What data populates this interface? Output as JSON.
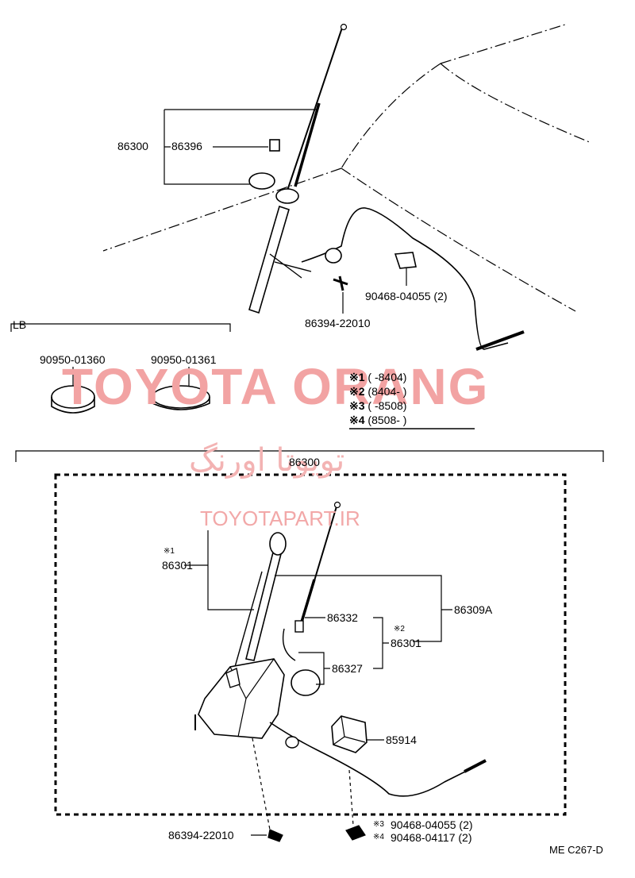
{
  "watermark": {
    "brand": "TOYOTA ORANG",
    "persian": "تویوتا اورنگ",
    "site": "TOYOTAPART.IR"
  },
  "section_lb": "LB",
  "callouts": {
    "p86300_top": "86300",
    "p86396": "86396",
    "p90468_04055_top": "90468-04055 (2)",
    "p86394_top": "86394-22010",
    "p90950_01360": "90950-01360",
    "p90950_01361": "90950-01361",
    "p86300_mid": "86300",
    "p86301_a": "86301",
    "p86309A": "86309A",
    "p86332": "86332",
    "p86301_b": "86301",
    "p86327": "86327",
    "p85914": "85914",
    "p86394_bottom": "86394-22010",
    "p90468_04055_bottom": "90468-04055 (2)",
    "p90468_04117": "90468-04117 (2)"
  },
  "markers": {
    "m1": "※1",
    "m2": "※2",
    "m3": "※3",
    "m4": "※4"
  },
  "legend": [
    {
      "mark": "※1",
      "range": "(        -8404)"
    },
    {
      "mark": "※2",
      "range": "(8404-        )"
    },
    {
      "mark": "※3",
      "range": "(        -8508)"
    },
    {
      "mark": "※4",
      "range": "(8508-        )"
    }
  ],
  "drawing_code": "ME C267-D"
}
